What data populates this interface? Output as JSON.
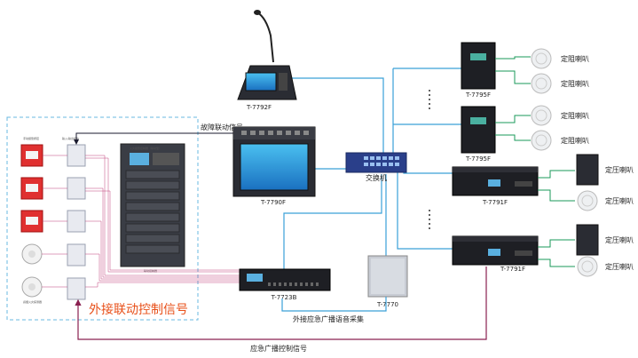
{
  "labels": {
    "t7792f": "T-7792F",
    "t7790f": "T-7790F",
    "t7723b": "T-7723B",
    "t7770": "T-7770",
    "switch": "交换机",
    "t7795f_1": "T-7795F",
    "t7795f_2": "T-7795F",
    "t7791f_1": "T-7791F",
    "t7791f_2": "T-7791F",
    "fault_signal": "故障联动信号",
    "external_control": "外接联动控制信号",
    "external_audio": "外接应急广播语音采集",
    "emergency_control": "应急广播控制信号",
    "spk_fixed_r1": "定阻喇叭",
    "spk_fixed_r2": "定阻喇叭",
    "spk_fixed_r3": "定阻喇叭",
    "spk_fixed_r4": "定阻喇叭",
    "spk_const_v1": "定压喇叭",
    "spk_const_v2": "定压喇叭",
    "spk_const_v3": "定压喇叭",
    "spk_const_v4": "定压喇叭"
  },
  "colors": {
    "network": "#3aa0d8",
    "speaker_line": "#1a9a5a",
    "control_line": "#c0407a",
    "fire_zone_border": "#6ab8e0",
    "accent_text": "#e8501a"
  }
}
